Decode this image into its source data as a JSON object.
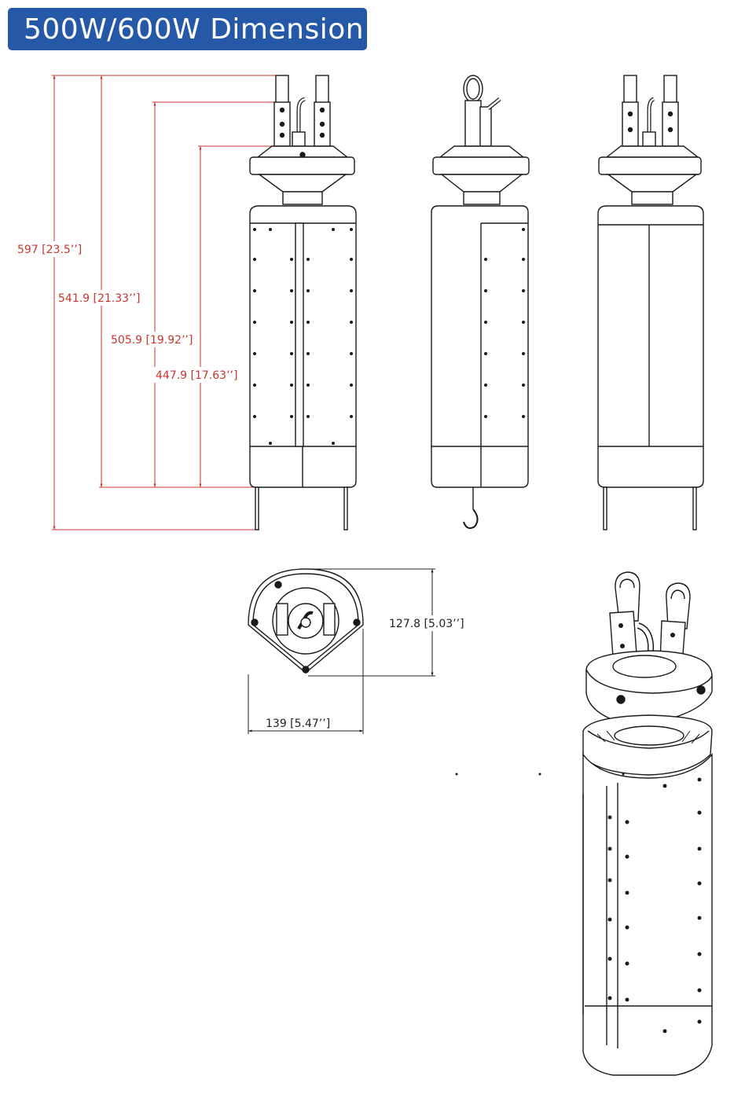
{
  "title": "500W/600W Dimension",
  "colors": {
    "title_bg": "#2559a8",
    "title_text": "#ffffff",
    "dimension_red": "#c8352d",
    "line_art": "#1a1a1a"
  },
  "dimensions": {
    "height_total": "597 [23.5’’]",
    "height_2": "541.9 [21.33’’]",
    "height_3": "505.9 [19.92’’]",
    "height_4": "447.9 [17.63’’]",
    "width": "139 [5.47’’]",
    "depth": "127.8 [5.03’’]"
  }
}
